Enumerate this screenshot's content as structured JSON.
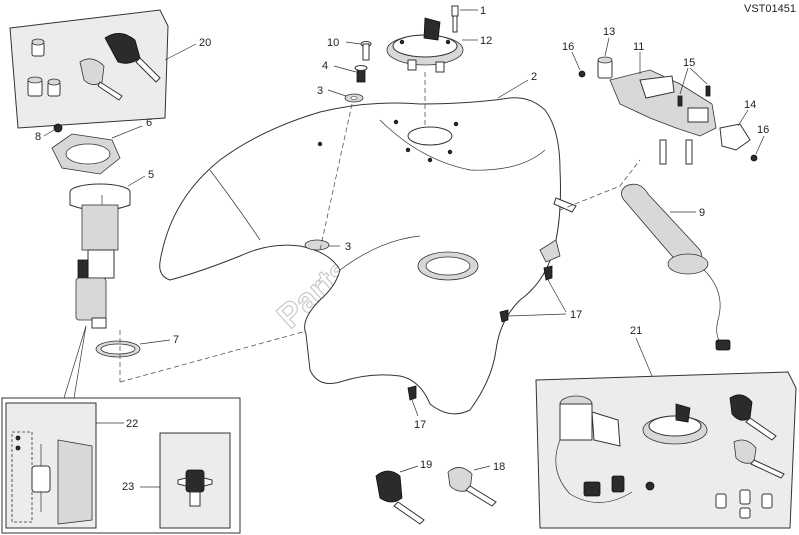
{
  "diagram_code": "VST01451",
  "watermark": "Parts Republik",
  "callouts": {
    "c1": "1",
    "c2": "2",
    "c3a": "3",
    "c3b": "3",
    "c4": "4",
    "c5": "5",
    "c6": "6",
    "c7": "7",
    "c8": "8",
    "c9": "9",
    "c10": "10",
    "c11": "11",
    "c12": "12",
    "c13": "13",
    "c14": "14",
    "c15": "15",
    "c16a": "16",
    "c16b": "16",
    "c17a": "17",
    "c17b": "17",
    "c18": "18",
    "c19": "19",
    "c20": "20",
    "c21": "21",
    "c22": "22",
    "c23": "23"
  },
  "colors": {
    "ink": "#333333",
    "panel": "#ececec",
    "watermark": "#c9c9c9"
  }
}
